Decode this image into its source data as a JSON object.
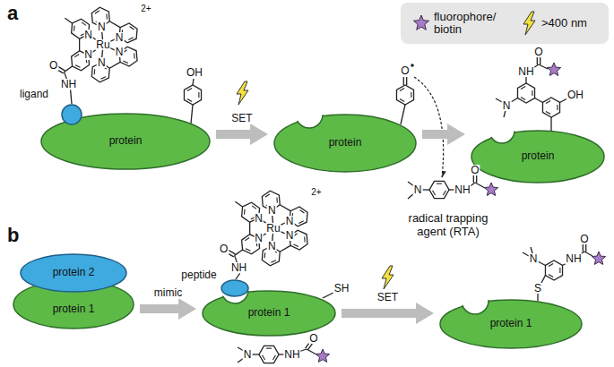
{
  "diagram": {
    "nodes": [
      {
        "text": [
          "protein"
        ]
      },
      {
        "text": [
          "ligand"
        ]
      },
      {
        "text": [
          "protein"
        ]
      },
      {
        "text": [
          "protein"
        ]
      },
      {
        "text": [
          "protein 2"
        ]
      },
      {
        "text": [
          "protein 1"
        ]
      },
      {
        "text": [
          "peptide"
        ]
      },
      {
        "text": [
          "protein 1"
        ]
      },
      {
        "text": [
          "protein 1"
        ]
      }
    ],
    "edges": [
      {
        "from": 0,
        "to": 2,
        "arrow": "to",
        "label": "SET"
      },
      {
        "from": 2,
        "to": 3,
        "arrow": "to"
      },
      {
        "from": 5,
        "to": 7,
        "arrow": "to",
        "label": "mimic"
      },
      {
        "from": 7,
        "to": 8,
        "arrow": "to",
        "label": "SET"
      }
    ],
    "labels": [
      "a",
      "b",
      "radical trapping agent (RTA)",
      "N",
      "N",
      "N",
      "N",
      "N",
      "N",
      "Ru",
      "2+",
      "O",
      "NH",
      "OH",
      "O",
      "N",
      "NH",
      "O",
      "OH",
      "N",
      "NH",
      "O",
      "N",
      "N",
      "N",
      "N",
      "N",
      "N",
      "Ru",
      "2+",
      "O",
      "NH",
      "SH",
      "N",
      "NH",
      "O",
      "S",
      "N",
      "NH",
      "O"
    ],
    "legend": [
      {
        "text": "fluorophore/ biotin"
      },
      {
        "text": ">400 nm"
      }
    ]
  }
}
